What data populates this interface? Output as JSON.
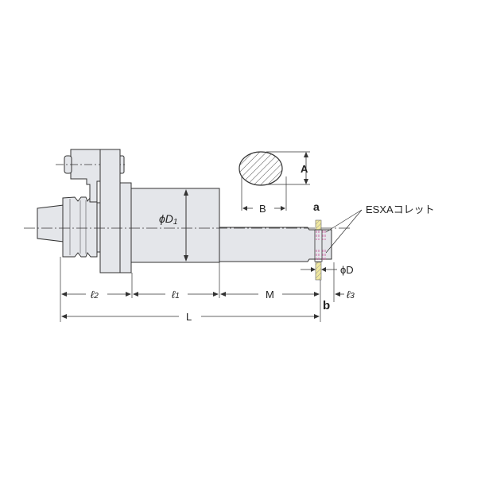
{
  "diagram": {
    "type": "technical-drawing",
    "subject": "Tool holder with ESXA collet (side view and cross-section)",
    "labels": {
      "phi_D1": "ϕD",
      "phi_D1_sub": "1",
      "phi_D": "ϕD",
      "A": "A",
      "B": "B",
      "a": "a",
      "b": "b",
      "collet": "ESXAコレット",
      "l1": "ℓ",
      "l1_sub": "1",
      "l2": "ℓ",
      "l2_sub": "2",
      "l3": "ℓ",
      "l3_sub": "3",
      "M": "M",
      "L": "L"
    },
    "colors": {
      "body_fill": "#e4e6ea",
      "outline": "#333333",
      "hatch": "#555555",
      "collet_pin": "#f0e8a0",
      "collet_marks": "#d080b0"
    }
  }
}
